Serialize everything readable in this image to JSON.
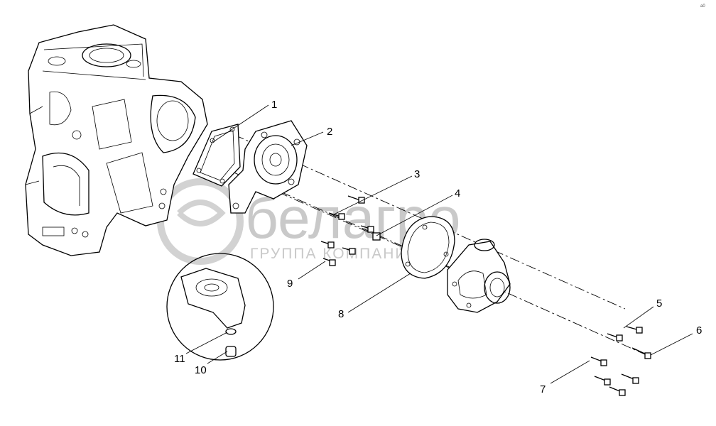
{
  "watermark": {
    "brand": "белагро",
    "tagline": "ГРУППА КОМПАНИЙ"
  },
  "corner_mark": "a0",
  "callouts": [
    "1",
    "2",
    "3",
    "4",
    "5",
    "6",
    "7",
    "8",
    "9",
    "10",
    "11"
  ]
}
